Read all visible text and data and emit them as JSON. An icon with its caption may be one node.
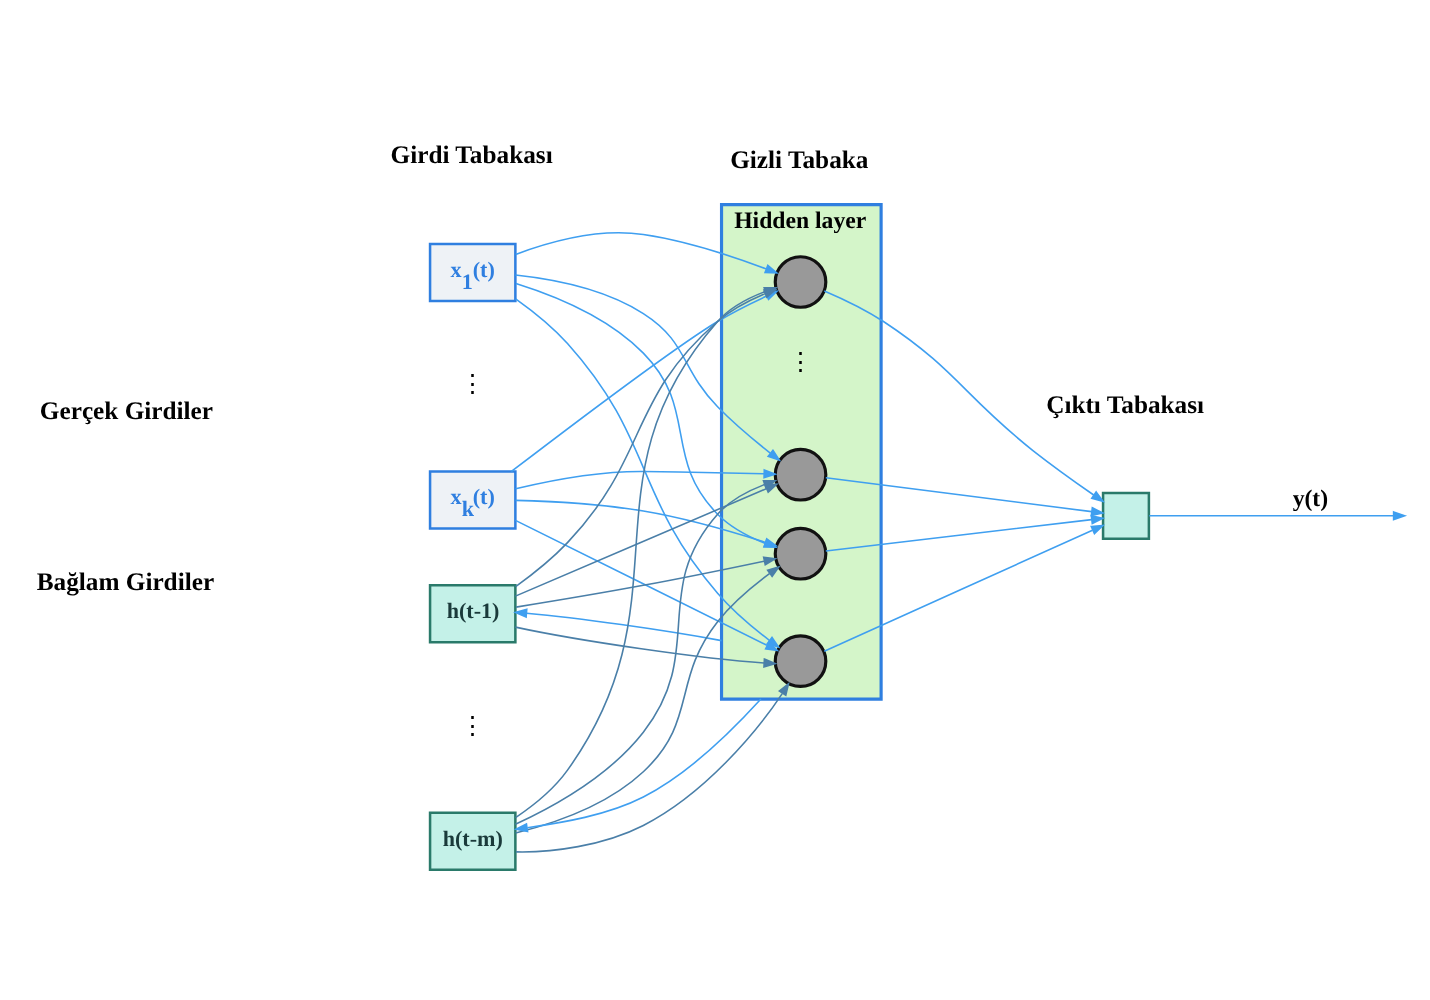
{
  "diagram": {
    "nodes": [
      {
        "text": [
          "x$_{1}$(t)"
        ]
      },
      {
        "text": [
          "x$_{k}$(t)"
        ]
      },
      {
        "text": [
          "Hidden layer"
        ]
      },
      {
        "text": [],
        "shape": "circle",
        "in": 2
      },
      {
        "text": [],
        "shape": "circle",
        "in": 2
      },
      {
        "text": [],
        "shape": "circle",
        "in": 2
      },
      {
        "text": [],
        "shape": "circle",
        "in": 2
      },
      {
        "text": [
          "h(t-1)"
        ]
      },
      {
        "text": [
          "h(t-m)"
        ]
      },
      {
        "text": [],
        "shape": "box"
      }
    ],
    "edges": [
      {
        "from": 0,
        "to": 3,
        "arrow": "to"
      },
      {
        "from": 0,
        "to": 4,
        "arrow": "to"
      },
      {
        "from": 0,
        "to": 5,
        "arrow": "to"
      },
      {
        "from": 0,
        "to": 6,
        "arrow": "to"
      },
      {
        "from": 1,
        "to": 3,
        "arrow": "to"
      },
      {
        "from": 1,
        "to": 4,
        "arrow": "to"
      },
      {
        "from": 1,
        "to": 5,
        "arrow": "to"
      },
      {
        "from": 1,
        "to": 6,
        "arrow": "to"
      },
      {
        "from": 7,
        "to": 3,
        "arrow": "to",
        "color": "#4a7fa8"
      },
      {
        "from": 7,
        "to": 4,
        "arrow": "to",
        "color": "#4a7fa8"
      },
      {
        "from": 7,
        "to": 5,
        "arrow": "to",
        "color": "#4a7fa8"
      },
      {
        "from": 7,
        "to": 6,
        "arrow": "to",
        "color": "#4a7fa8"
      },
      {
        "from": 8,
        "to": 3,
        "arrow": "to",
        "color": "#4a7fa8"
      },
      {
        "from": 8,
        "to": 4,
        "arrow": "to",
        "color": "#4a7fa8"
      },
      {
        "from": 8,
        "to": 5,
        "arrow": "to",
        "color": "#4a7fa8"
      },
      {
        "from": 8,
        "to": 6,
        "arrow": "to",
        "color": "#4a7fa8"
      },
      {
        "from": 3,
        "to": 9,
        "arrow": "to"
      },
      {
        "from": 4,
        "to": 9,
        "arrow": "to"
      },
      {
        "from": 5,
        "to": 9,
        "arrow": "to"
      },
      {
        "from": 6,
        "to": 9,
        "arrow": "to"
      },
      {
        "from": 9,
        "to": null,
        "arrow": "to",
        "label": "y(t)"
      },
      {
        "from": 2,
        "to": 7,
        "arrow": "to"
      },
      {
        "from": 2,
        "to": 8,
        "arrow": "to"
      }
    ],
    "labels": [
      "Girdi Tabakası",
      "Gizli Tabaka",
      "Gerçek Girdiler",
      "Çıktı Tabakası",
      "Bağlam Girdiler",
      "⋮",
      "⋮",
      "⋮"
    ]
  }
}
